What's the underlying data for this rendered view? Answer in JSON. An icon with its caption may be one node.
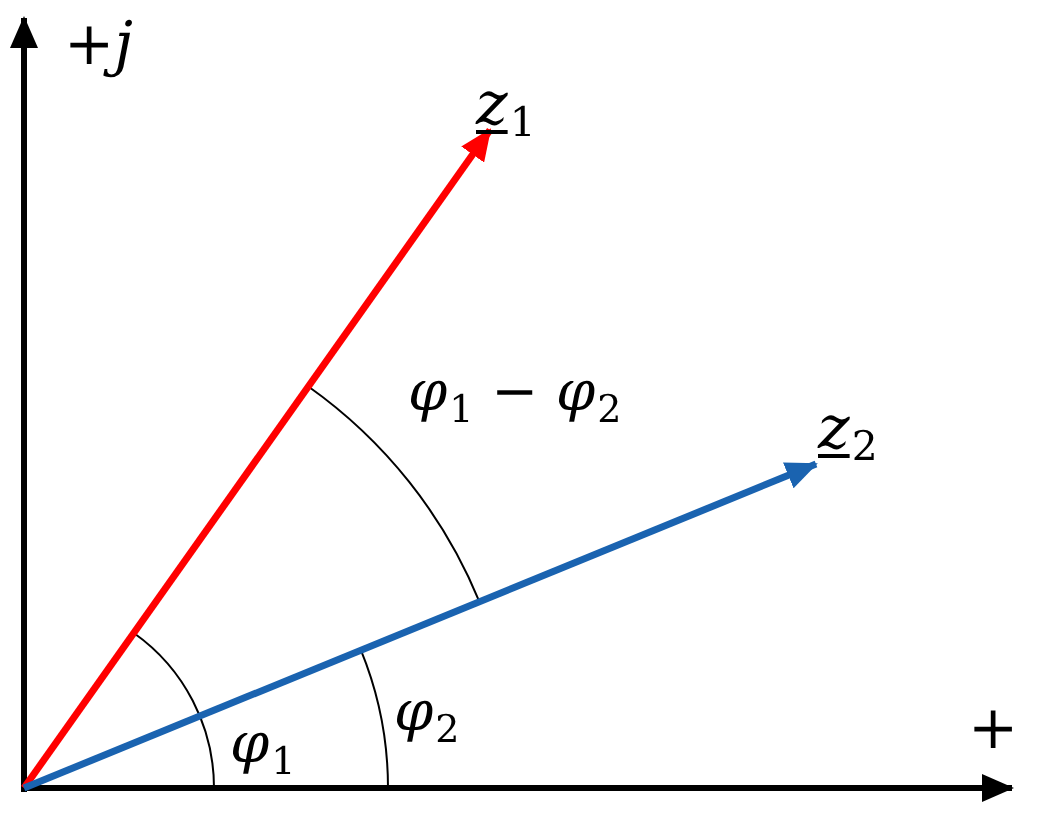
{
  "diagram": {
    "labels": [
      "+*j*",
      "z$_{1}$",
      "φ$_{1}$ − φ$_{2}$",
      "z$_{2}$",
      "φ$_{1}$",
      "φ$_{2}$",
      "+"
    ]
  }
}
